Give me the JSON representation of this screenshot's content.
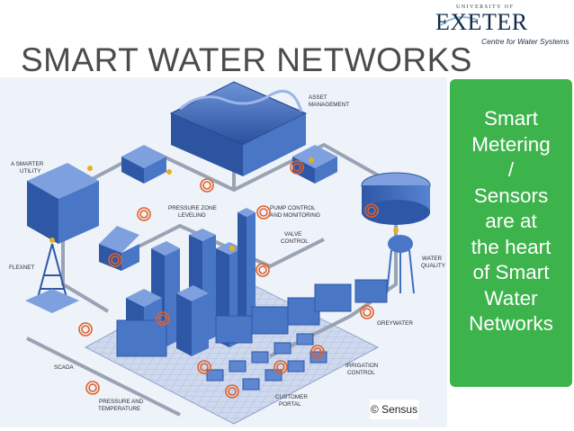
{
  "logo": {
    "university_of": "UNIVERSITY OF",
    "name": "EXETER",
    "subtitle": "Centre for Water Systems"
  },
  "slide": {
    "title": "SMART WATER NETWORKS"
  },
  "diagram": {
    "labels": {
      "asset_management_1": "ASSET",
      "asset_management_2": "MANAGEMENT",
      "smarter_utility_1": "A SMARTER",
      "smarter_utility_2": "UTILITY",
      "pressure_zone_1": "PRESSURE ZONE",
      "pressure_zone_2": "LEVELING",
      "pump_control_1": "PUMP CONTROL",
      "pump_control_2": "AND MONITORING",
      "valve_control_1": "VALVE",
      "valve_control_2": "CONTROL",
      "water_quality_1": "WATER",
      "water_quality_2": "QUALITY",
      "flexnet": "FLEXNET",
      "greywater": "GREYWATER",
      "scada": "SCADA",
      "irrigation_1": "IRRIGATION",
      "irrigation_2": "CONTROL",
      "pressure_temp_1": "PRESSURE AND",
      "pressure_temp_2": "TEMPERATURE",
      "customer_portal_1": "CUSTOMER",
      "customer_portal_2": "PORTAL"
    },
    "copyright": "© Sensus"
  },
  "callout": {
    "lines": [
      "Smart",
      "Metering",
      "/",
      "Sensors",
      "are at",
      "the heart",
      "of Smart",
      "Water",
      "Networks"
    ]
  },
  "colors": {
    "callout_bg": "#3db34c",
    "title": "#4b4b4b",
    "building": "#3f6fc0",
    "pipe": "#9aa3b4",
    "sensor": "#e0602a"
  }
}
